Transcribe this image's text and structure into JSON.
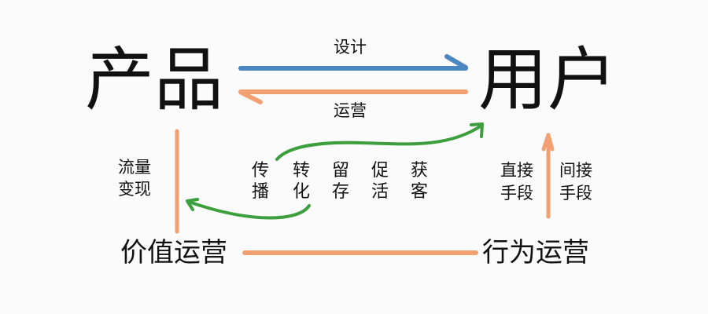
{
  "nodes": {
    "product": "产品",
    "user": "用户",
    "value_ops": "价值运营",
    "behavior_ops": "行为运营"
  },
  "arrows": {
    "design": "设计",
    "operations": "运营",
    "traffic_monetization": [
      "流量",
      "变现"
    ],
    "direct_means": [
      "直接",
      "手段"
    ],
    "indirect_means": [
      "间接",
      "手段"
    ]
  },
  "stages": [
    [
      "传",
      "播"
    ],
    [
      "转",
      "化"
    ],
    [
      "留",
      "存"
    ],
    [
      "促",
      "活"
    ],
    [
      "获",
      "客"
    ]
  ],
  "colors": {
    "blue": "#4a86c2",
    "orange": "#f2a072",
    "green": "#3c9e3c",
    "text": "#111111"
  }
}
